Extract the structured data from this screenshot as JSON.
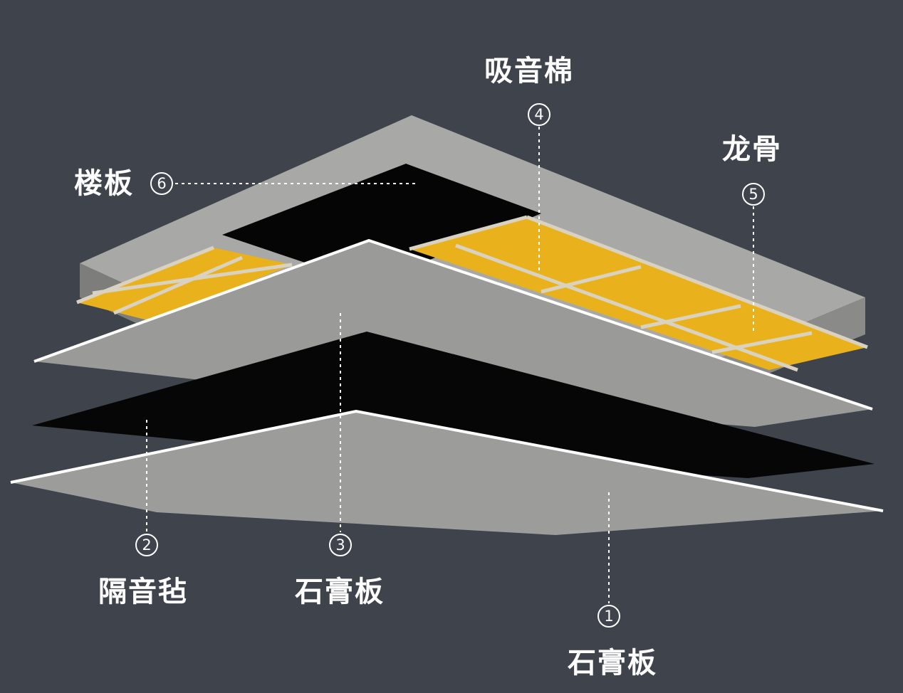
{
  "callouts": [
    {
      "id": "1",
      "number": "1",
      "label": "石膏板"
    },
    {
      "id": "2",
      "number": "2",
      "label": "隔音毡"
    },
    {
      "id": "3",
      "number": "3",
      "label": "石膏板"
    },
    {
      "id": "4",
      "number": "4",
      "label": "吸音棉"
    },
    {
      "id": "5",
      "number": "5",
      "label": "龙骨"
    },
    {
      "id": "6",
      "number": "6",
      "label": "楼板"
    }
  ],
  "colors": {
    "background": "#3e434c",
    "slab": "#9a9a98",
    "insulation": "#e9b21c",
    "gypsum": "#9a9a98",
    "membrane": "#0a0a0a"
  }
}
